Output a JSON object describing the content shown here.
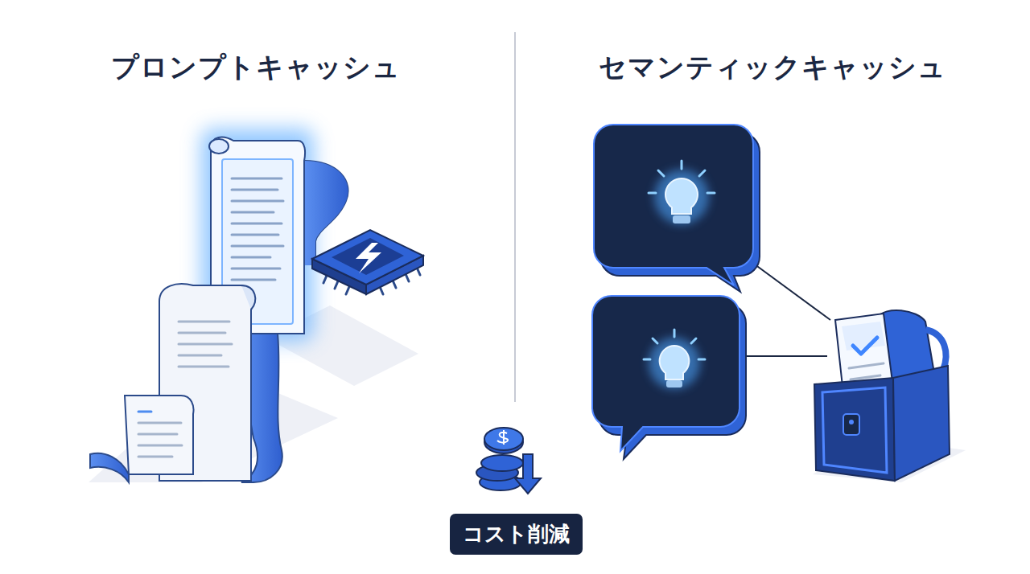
{
  "diagram": {
    "nodes": [
      {
        "text": [
          "コスト削減"
        ]
      }
    ],
    "labels": [
      "プロンプトキャッシュ",
      "セマンティックキャッシュ"
    ]
  }
}
